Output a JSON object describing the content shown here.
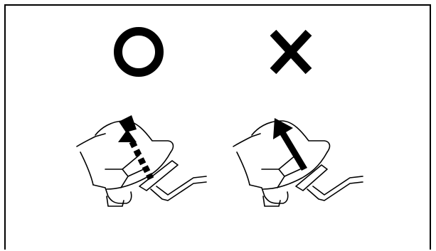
{
  "figure": {
    "symbols": {
      "correct": "O",
      "incorrect": "X"
    },
    "panels": [
      {
        "verdict": "correct",
        "arrow_style": "dashed",
        "description_icon": "foot-releasing-pedal-slowly-icon"
      },
      {
        "verdict": "incorrect",
        "arrow_style": "solid",
        "description_icon": "foot-releasing-pedal-quickly-icon"
      }
    ],
    "colors": {
      "ink": "#000000",
      "paper": "#ffffff"
    }
  }
}
